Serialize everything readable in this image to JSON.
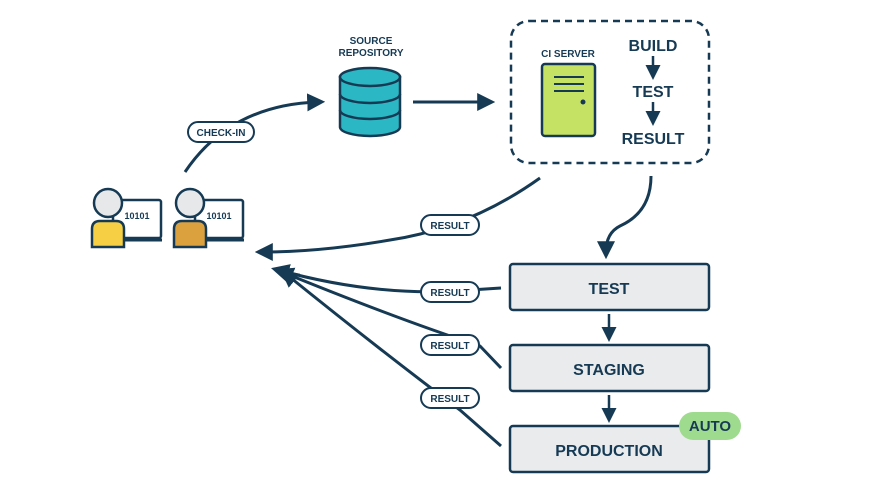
{
  "diagram": {
    "developers": [
      {
        "screen_text": "10101",
        "shirt_color": "#f6cf45"
      },
      {
        "screen_text": "10101",
        "shirt_color": "#dba13e"
      }
    ],
    "checkin_label": "CHECK-IN",
    "source_repo": {
      "line1": "SOURCE",
      "line2": "REPOSITORY"
    },
    "ci_server": {
      "label": "CI SERVER",
      "steps": [
        "BUILD",
        "TEST",
        "RESULT"
      ]
    },
    "result_label": "RESULT",
    "pipeline": {
      "stages": [
        "TEST",
        "STAGING",
        "PRODUCTION"
      ],
      "auto_badge": "AUTO"
    },
    "colors": {
      "navy": "#163a54",
      "database": "#2bb8c4",
      "server": "#c6e265",
      "auto_badge": "#9fdb8f",
      "stage_fill": "#e9ebec"
    }
  }
}
